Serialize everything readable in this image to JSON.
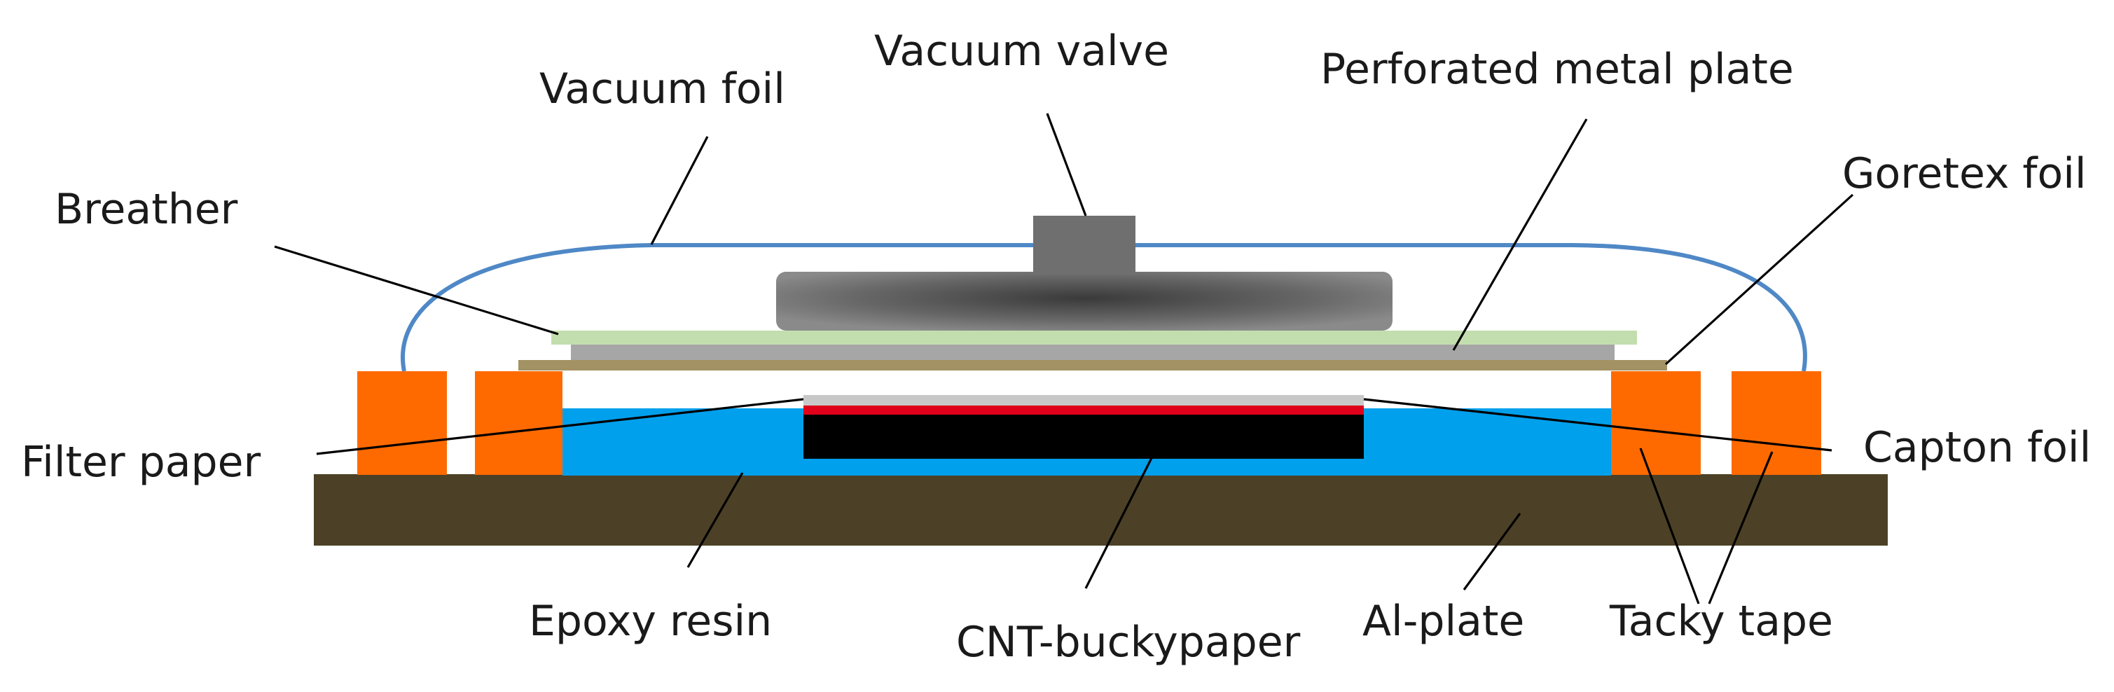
{
  "labels": {
    "vacuum_foil": "Vacuum foil",
    "vacuum_valve": "Vacuum valve",
    "perforated_metal_plate": "Perforated metal plate",
    "goretex_foil": "Goretex foil",
    "breather": "Breather",
    "filter_paper": "Filter paper",
    "capton_foil": "Capton foil",
    "epoxy_resin": "Epoxy resin",
    "cnt_buckypaper": "CNT-buckypaper",
    "al_plate": "Al-plate",
    "tacky_tape": "Tacky tape"
  },
  "colors": {
    "al_plate": "#4c4126",
    "tacky_tape": "#ff6a00",
    "epoxy_resin": "#00a0ec",
    "cnt_buckypaper": "#000000",
    "capton_foil": "#e0001a",
    "filter_paper": "#c8c8c8",
    "goretex_foil": "#a39264",
    "perforated_metal_plate": "#a6a6a6",
    "breather": "#c3deae",
    "vacuum_valve": "#6b6b6b",
    "vacuum_foil": "#4f88c6",
    "leader_lines": "#000000"
  }
}
